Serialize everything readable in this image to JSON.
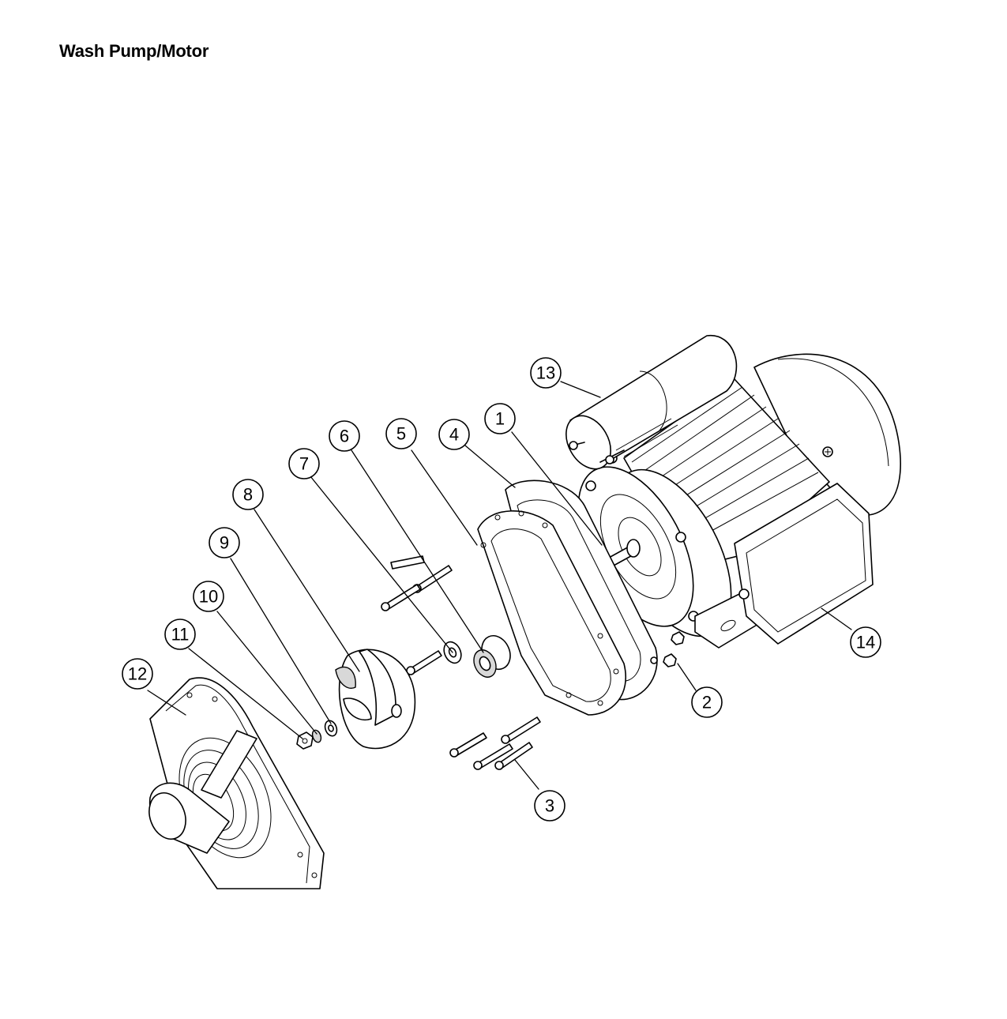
{
  "header": {
    "title": "Wash Pump/Motor"
  },
  "callouts": [
    "1",
    "2",
    "3",
    "4",
    "5",
    "6",
    "7",
    "8",
    "9",
    "10",
    "11",
    "12",
    "13",
    "14"
  ]
}
